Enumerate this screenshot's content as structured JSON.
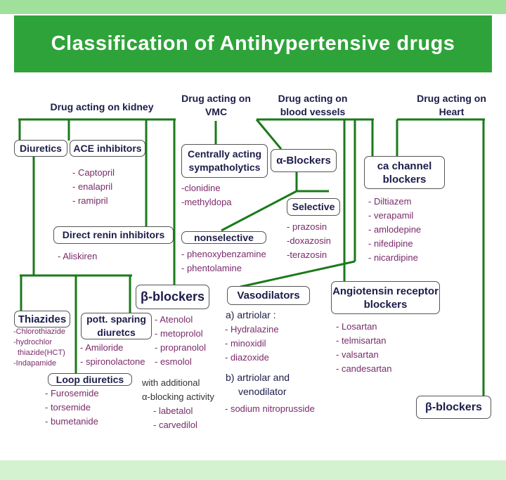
{
  "title": "Classification of Antihypertensive drugs",
  "headers": {
    "kidney": "Drug acting on kidney",
    "vmc": "Drug acting on VMC",
    "vessels": "Drug acting on blood vessels",
    "heart": "Drug acting on Heart"
  },
  "boxes": {
    "diuretics": "Diuretics",
    "ace": "ACE inhibitors",
    "central": "Centrally acting sympatholytics",
    "alpha": "α-Blockers",
    "ca": "ca channel blockers",
    "selective": "Selective",
    "renin": "Direct renin inhibitors",
    "nonselective": "nonselective",
    "beta": "β-blockers",
    "vasodilators": "Vasodilators",
    "arb": "Angiotensin receptor blockers",
    "thiazides": "Thiazides",
    "pott": "pott. sparing diuretcs",
    "loop": "Loop diuretics",
    "beta_heart": "β-blockers"
  },
  "lists": {
    "ace": [
      "- Captopril",
      "- enalapril",
      "- ramipril"
    ],
    "central": [
      "-clonidine",
      "-methyldopa"
    ],
    "selective": [
      "- prazosin",
      "-doxazosin",
      "-terazosin"
    ],
    "nonselective": [
      "- phenoxybenzamine",
      "- phentolamine"
    ],
    "ca": [
      "- Diltiazem",
      "- verapamil",
      "- amlodepine",
      "- nifedipine",
      "- nicardipine"
    ],
    "renin": [
      "- Aliskiren"
    ],
    "thiazides": [
      "-Chlorothiazide",
      "-hydrochlor",
      "thiazide(HCT)",
      "-Indapamide"
    ],
    "pott": [
      "- Amiloride",
      "- spironolactone"
    ],
    "beta": [
      "- Atenolol",
      "- metoprolol",
      "- propranolol",
      "- esmolol"
    ],
    "beta_extra": [
      "with additional",
      "α-blocking activity"
    ],
    "beta_extra_drugs": [
      "- labetalol",
      "- carvedilol"
    ],
    "loop": [
      "- Furosemide",
      "- torsemide",
      "- bumetanide"
    ],
    "vaso_a": "a) artriolar :",
    "vaso_a_drugs": [
      "- Hydralazine",
      "- minoxidil",
      "- diazoxide"
    ],
    "vaso_b": [
      "b) artriolar and",
      "venodilator"
    ],
    "vaso_b_drugs": [
      "- sodium nitroprusside"
    ],
    "arb": [
      "- Losartan",
      "- telmisartan",
      "- valsartan",
      "- candesartan"
    ]
  },
  "colors": {
    "title_bg": "#2ea33a",
    "line": "#1a7a1a",
    "drug_text": "#7a2a6a"
  }
}
